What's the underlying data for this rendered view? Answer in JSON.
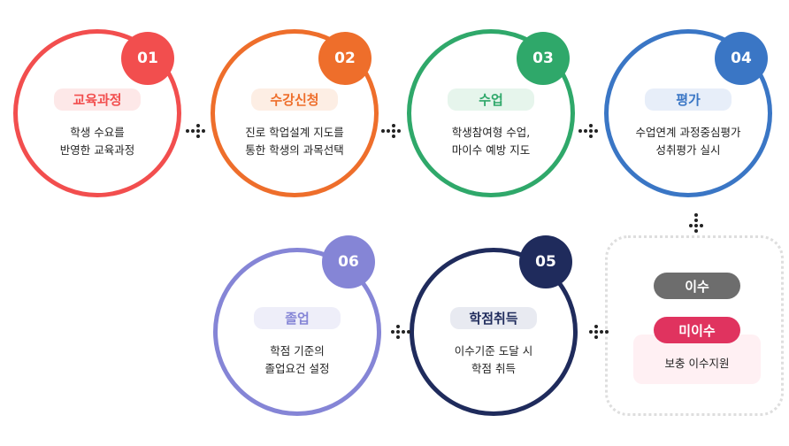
{
  "steps": [
    {
      "num": "01",
      "title": "교육과정",
      "desc": "학생 수요를\n반영한 교육과정",
      "color": "#f24e4e",
      "label_bg": "#fde8e8"
    },
    {
      "num": "02",
      "title": "수강신청",
      "desc": "진로 학업설계 지도를\n통한 학생의 과목선택",
      "color": "#ee6e2b",
      "label_bg": "#fdeee4"
    },
    {
      "num": "03",
      "title": "수업",
      "desc": "학생참여형 수업,\n마이수 예방 지도",
      "color": "#2fa86a",
      "label_bg": "#e6f5ec"
    },
    {
      "num": "04",
      "title": "평가",
      "desc": "수업연계 과정중심평가\n성취평가 실시",
      "color": "#3a76c5",
      "label_bg": "#e7eef9"
    },
    {
      "num": "05",
      "title": "학점취득",
      "desc": "이수기준 도달 시\n학점 취득",
      "color": "#1f2b5c",
      "label_bg": "#e8eaf1"
    },
    {
      "num": "06",
      "title": "졸업",
      "desc": "학점 기준의\n졸업요건 설정",
      "color": "#8585d6",
      "label_bg": "#eeeef9"
    }
  ],
  "outcomes": {
    "complete": {
      "label": "이수",
      "color": "#6d6d6d"
    },
    "incomplete": {
      "label": "미이수",
      "color": "#e0335f"
    },
    "support": "보충 이수지원"
  }
}
